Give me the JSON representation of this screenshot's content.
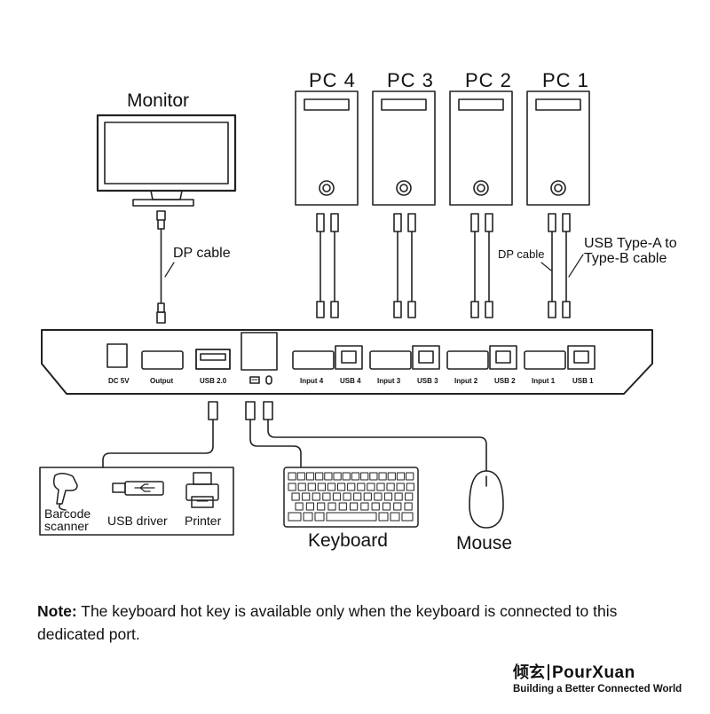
{
  "labels": {
    "monitor": "Monitor",
    "pcs": [
      "PC 4",
      "PC 3",
      "PC 2",
      "PC 1"
    ],
    "dp_cable_left": "DP cable",
    "dp_cable_right": "DP cable",
    "usb_cable_line1": "USB Type-A to",
    "usb_cable_line2": "Type-B cable",
    "barcode_line1": "Barcode",
    "barcode_line2": "scanner",
    "usb_driver": "USB driver",
    "printer": "Printer",
    "keyboard": "Keyboard",
    "mouse": "Mouse"
  },
  "ports": {
    "dc": "DC 5V",
    "output": "Output",
    "usb20": "USB 2.0",
    "inputs": [
      "Input 4",
      "Input 3",
      "Input 2",
      "Input 1"
    ],
    "usbs": [
      "USB 4",
      "USB 3",
      "USB 2",
      "USB 1"
    ]
  },
  "note": {
    "bold": "Note:",
    "text": " The keyboard hot key is available only when the keyboard is connected to this dedicated port."
  },
  "brand": {
    "cn": "倾玄",
    "en": "PourXuan",
    "tagline": "Building a Better Connected World"
  }
}
